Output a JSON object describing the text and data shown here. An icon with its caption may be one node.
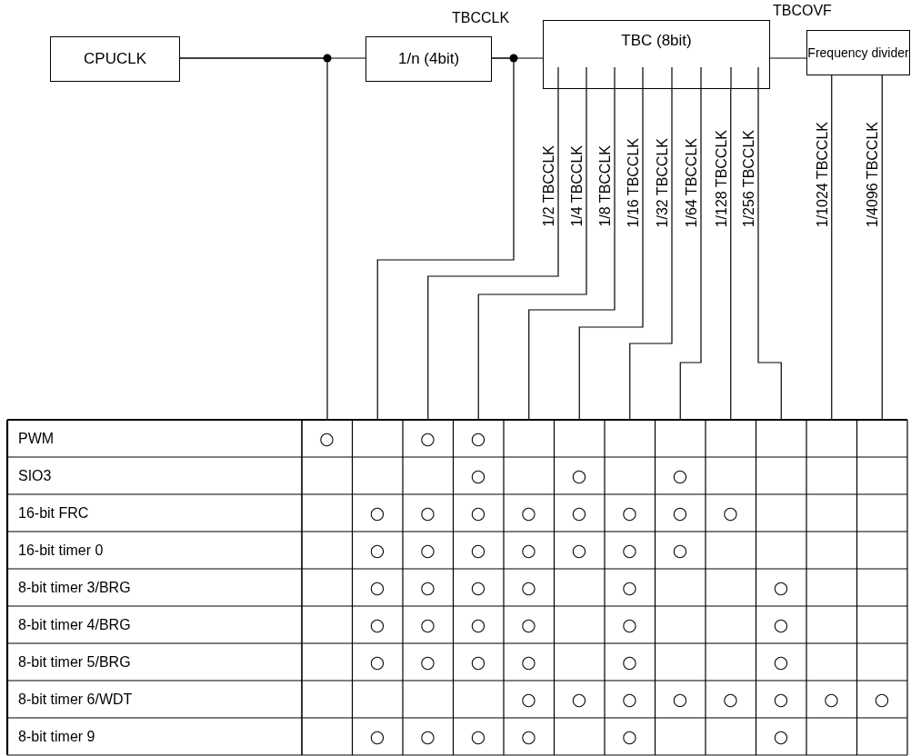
{
  "diagram": {
    "nodes": [
      {
        "text": [
          "CPUCLK"
        ]
      },
      {
        "text": [
          "1/n (4bit)"
        ]
      },
      {
        "text": [
          "TBC (8bit)"
        ]
      },
      {
        "text": [
          "Frequency divider"
        ]
      }
    ],
    "edges": [
      {
        "from": 0,
        "to": 1,
        "arrow": "none"
      },
      {
        "from": 0,
        "to": null,
        "arrow": "none"
      },
      {
        "from": 1,
        "to": 2,
        "arrow": "none",
        "label": "TBCCLK"
      },
      {
        "from": 1,
        "to": null,
        "arrow": "none"
      },
      {
        "from": 2,
        "to": 3,
        "arrow": "none",
        "label": "TBCOVF"
      },
      {
        "from": 2,
        "to": null,
        "arrow": "none",
        "label": "1/2 TBCCLK"
      },
      {
        "from": 2,
        "to": null,
        "arrow": "none",
        "label": "1/4 TBCCLK"
      },
      {
        "from": 2,
        "to": null,
        "arrow": "none",
        "label": "1/8 TBCCLK"
      },
      {
        "from": 2,
        "to": null,
        "arrow": "none",
        "label": "1/16 TBCCLK"
      },
      {
        "from": 2,
        "to": null,
        "arrow": "none",
        "label": "1/32 TBCCLK"
      },
      {
        "from": 2,
        "to": null,
        "arrow": "none",
        "label": "1/64 TBCCLK"
      },
      {
        "from": 2,
        "to": null,
        "arrow": "none",
        "label": "1/128 TBCCLK"
      },
      {
        "from": 2,
        "to": null,
        "arrow": "none",
        "label": "1/256 TBCCLK"
      },
      {
        "from": 3,
        "to": null,
        "arrow": "none",
        "label": "1/1024 TBCCLK"
      },
      {
        "from": 3,
        "to": null,
        "arrow": "none",
        "label": "1/4096 TBCCLK"
      }
    ],
    "labels": [
      "PWM",
      "○",
      "○",
      "○",
      "SIO3",
      "○",
      "○",
      "○",
      "16-bit FRC",
      "○",
      "○",
      "○",
      "○",
      "○",
      "○",
      "○",
      "○",
      "16-bit timer 0",
      "○",
      "○",
      "○",
      "○",
      "○",
      "○",
      "○",
      "8-bit timer 3/BRG",
      "○",
      "○",
      "○",
      "○",
      "○",
      "○",
      "8-bit timer 4/BRG",
      "○",
      "○",
      "○",
      "○",
      "○",
      "○",
      "8-bit timer 5/BRG",
      "○",
      "○",
      "○",
      "○",
      "○",
      "○",
      "8-bit timer 6/WDT",
      "○",
      "○",
      "○",
      "○",
      "○",
      "○",
      "○",
      "○",
      "8-bit timer 9",
      "○",
      "○",
      "○",
      "○",
      "○",
      "○"
    ]
  }
}
